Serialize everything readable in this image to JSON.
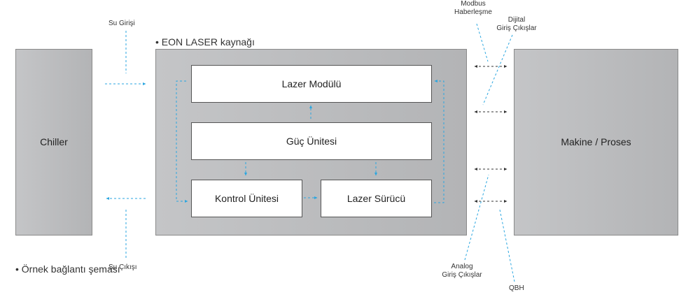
{
  "source_title": "EON LASER kaynağı",
  "example_caption": "Örnek bağlantı şeması",
  "bullet": "•",
  "chiller": {
    "label": "Chiller"
  },
  "machine": {
    "label": "Makine / Proses"
  },
  "modules": {
    "laser_module": "Lazer Modülü",
    "power_unit": "Güç Ünitesi",
    "control_unit": "Kontrol Ünitesi",
    "laser_driver": "Lazer Sürücü"
  },
  "labels": {
    "water_in": "Su Girişi",
    "water_out": "Su Çıkışı",
    "modbus_line1": "Modbus",
    "modbus_line2": "Haberleşme",
    "digital_line1": "Dijital",
    "digital_line2": "Giriş Çıkışlar",
    "analog_line1": "Analog",
    "analog_line2": "Giriş Çıkışlar",
    "qbh": "QBH"
  },
  "colors": {
    "accent_blue": "#2aa6e0",
    "dark_arrow": "#333333",
    "panel_gray": "#bcbdbf",
    "border": "#555555"
  }
}
